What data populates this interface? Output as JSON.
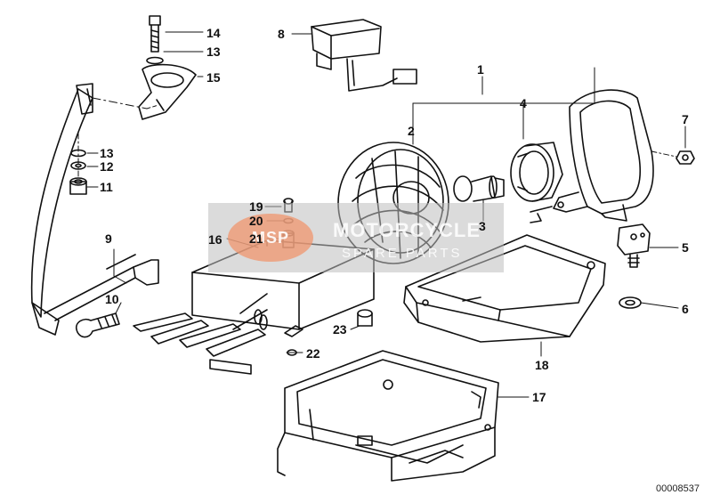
{
  "diagram": {
    "callouts": {
      "c1": "1",
      "c2": "2",
      "c3": "3",
      "c4": "4",
      "c5": "5",
      "c6": "6",
      "c7": "7",
      "c8": "8",
      "c9": "9",
      "c10": "10",
      "c11": "11",
      "c12": "12",
      "c13a": "13",
      "c13b": "13",
      "c14": "14",
      "c15": "15",
      "c16": "16",
      "c17": "17",
      "c18": "18",
      "c19": "19",
      "c20": "20",
      "c21": "21",
      "c22": "22",
      "c23": "23"
    },
    "document_number": "00008537"
  },
  "watermark": {
    "logo": "MSP",
    "line1": "MOTORCYCLE",
    "line2": "SPARE PARTS"
  },
  "colors": {
    "line": "#111111",
    "watermark": "#bebebe",
    "logo": "#f0966e"
  }
}
